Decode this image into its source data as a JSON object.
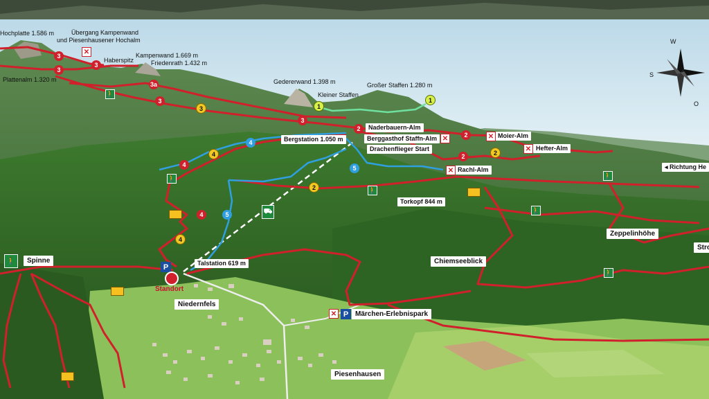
{
  "labels": {
    "hochplatte": "Hochplatte 1.586 m",
    "uebergang_l1": "Übergang Kampenwand",
    "uebergang_l2": "und Piesenhausener Hochalm",
    "haberspitz": "Haberspitz",
    "kampenwand": "Kampenwand 1.669 m",
    "friedenrath": "Friedenrath 1.432 m",
    "plattenalm": "Plattenalm 1.320 m",
    "gedererwand": "Gedererwand 1.398 m",
    "kleiner_staffen": "Kleiner Staffen",
    "grosser_staffen": "Großer Staffen 1.280 m",
    "naderbauern": "Naderbauern-Alm",
    "bergstation": "Bergstation 1.050 m",
    "berggasthof": "Berggasthof Staffn-Alm",
    "drachenflieger": "Drachenflieger Start",
    "moier": "Moier-Alm",
    "hefter": "Hefter-Alm",
    "richtung": "◂ Richtung He",
    "rachl": "Rachl-Alm",
    "torkopf": "Torkopf 844 m",
    "zeppelinhoehe": "Zeppelinhöhe",
    "stro": "Stro",
    "chiemseeblick": "Chiemseeblick",
    "spinne": "Spinne",
    "talstation": "Talstation 619 m",
    "standort": "Standort",
    "niedernfels": "Niedernfels",
    "maerchen": "Märchen-Erlebnispark",
    "piesenhausen": "Piesenhausen"
  },
  "trail_numbers": {
    "red": [
      "3",
      "3",
      "3a",
      "3",
      "3",
      "2",
      "2",
      "2",
      "4",
      "4"
    ],
    "yellow": [
      "3",
      "4",
      "2",
      "2",
      "4"
    ],
    "blue": [
      "4",
      "5",
      "5"
    ],
    "green": [
      "1",
      "1"
    ]
  },
  "compass": {
    "n": "W",
    "w": "S",
    "s": "O"
  },
  "colors": {
    "sky": "#d9ebf3",
    "forest": "#2f6a2a",
    "meadow": "#8cc05a",
    "trail_red": "#d0202b",
    "trail_blue": "#2f9fe0",
    "trail_green": "#6fe0a0",
    "badge_yellow": "#f2c824"
  },
  "icons": {
    "hut": "crossed-hut-icon",
    "walk": "hiker-icon",
    "parking": "parking-icon",
    "cable_car": "cable-car-icon",
    "standort": "location-pin-icon",
    "viewpoint": "viewpoint-sign-icon"
  }
}
